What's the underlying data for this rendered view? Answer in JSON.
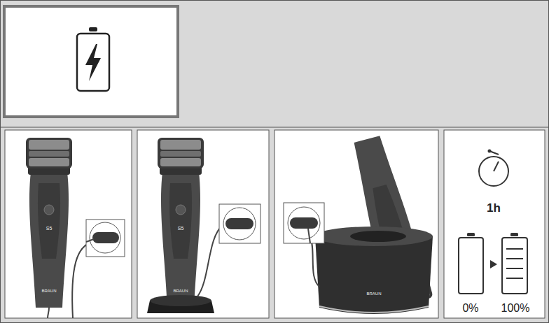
{
  "diagram": {
    "nodes": [
      {
        "text": [
          "S5",
          "BRAUN"
        ]
      },
      {
        "text": [
          "S5",
          "BRAUN"
        ]
      },
      {
        "text": [
          "BRAUN"
        ]
      },
      {
        "text": [
          "1h",
          "0%",
          "100%"
        ]
      }
    ]
  }
}
